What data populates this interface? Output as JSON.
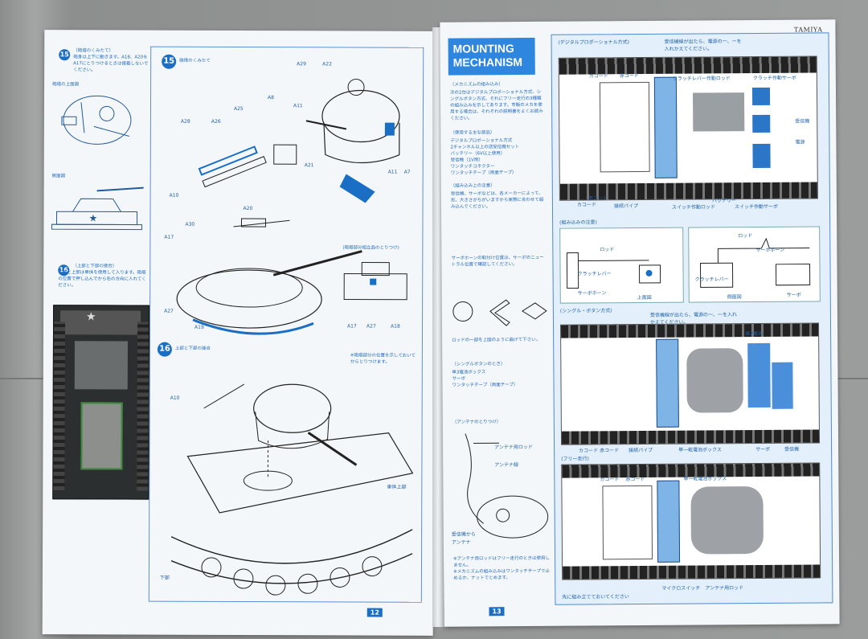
{
  "left_page": {
    "step15_small_circle": "15",
    "step15_small_text": "（砲塔のくみたて）\n砲身は上下に動きます。A18、A20をA17にとりつけるときは接着しないでください。",
    "top_view_label": "砲塔の上面図",
    "side_view_label": "側面図",
    "step16_small_circle": "16",
    "step16_small_text": "（上部と下部の接合）\n下部と上部は単体を使用して入ります。砲塔の位置で押し込んでから右の方向に入れてください。",
    "step15_big_circle": "15",
    "step15_big_title": "砲塔のくみたて",
    "step16_big_circle": "16",
    "step16_big_title": "上部と下部の接合",
    "part_labels": [
      "A29",
      "A22",
      "A25",
      "A26",
      "A8",
      "A11",
      "A28",
      "A21",
      "A11",
      "A7",
      "A10",
      "A20",
      "A30",
      "A17",
      "A27",
      "A19"
    ],
    "subassy_label": "(砲塔部分組立品のとりつけ)",
    "subassy_parts": [
      "A17",
      "A27",
      "A18"
    ],
    "hull_note": "※砲塔部分の位置を示しておいてからとりつけます。",
    "page_number": "12",
    "lower_labels": [
      "A10",
      "下部",
      "車体上部"
    ]
  },
  "right_page": {
    "brand": "TAMIYA",
    "title_line1": "MOUNTING",
    "title_line2": "MECHANISM",
    "intro_heading": "（メカニズムの組み込み）",
    "intro_text": "次の2台はデジタルプロポーショナル方式、シングルボタン方式、それにフリー走行の3種類の組み込みを示してあります。市販のメカを使用する場合は、それぞれの説明書をよくお読みください。",
    "section1_heading": "（使用する主な部品）",
    "section1_items": [
      "デジタルプロポーショナル方式",
      "2チャンネル以上の送受信機セット",
      "バッテリー（6V以上使用）",
      "受信機（1V用）",
      "ワンタッチコネクター",
      "ワンタッチテープ（両面テープ）"
    ],
    "section2_heading": "（組み込み上の注意）",
    "section2_text": "受信機、サーボなどは、各メーカーによって、形、大きさがちがいますから実際に合わせて組み込んでください。",
    "section3_text": "サーボホーンの取付け位置は、サーボのニュートラル位置で確認してください。",
    "rod_note": "ロッドの一部を上図のように曲げて下さい。",
    "section4_heading": "（シングルボタンのとき）",
    "section4_items": [
      "単3電池ボックス",
      "サーボ",
      "ワンタッチテープ（両面テープ）"
    ],
    "antenna_heading": "（アンテナのとりつけ）",
    "antenna_labels": [
      "アンテナ用ロッド",
      "アンテナ線",
      "受信機から",
      "アンテナ"
    ],
    "bottom_notes": "※アンテナ用ロッドはフリー走行のときは使用しません。\n※メカニズムの組み込みはワンタッチテープで止めるか、ナットでとめます。",
    "page_number": "13",
    "diagram_titles": [
      "(デジタルプロポーショナル方式)",
      "(組み込みの注意)",
      "(シングル・ボタン方式)",
      "(フリー走行)"
    ],
    "diagram_notes": [
      "受信機線が出たら、電源の一、ーを入れかえてください。",
      "受信機線が出たら、電源の一、ーを入れかえてください。"
    ],
    "digital_labels": [
      "カコード",
      "赤コード",
      "クラッチレバー作動ロッド",
      "クラッチ作動サーボ",
      "受信機",
      "電源",
      "カコード",
      "赤コード",
      "接続パイプ",
      "スイッチ作動ロッド",
      "スイッチ作動サーボ",
      "バッテリー"
    ],
    "caution_labels": [
      "ロッド",
      "クラッチレバー",
      "サーボホーン",
      "上面図",
      "ロッド",
      "サーボ",
      "クラッチレバー",
      "側面図",
      "サーボホーン"
    ],
    "single_labels": [
      "単2電池",
      "カコード",
      "赤コード",
      "接続パイプ",
      "単一乾電池ボックス",
      "サーボ",
      "受信機"
    ],
    "free_labels": [
      "カコード",
      "赤コード",
      "単一乾電池ボックス",
      "マイクロスイッチ",
      "アンテナ用ロッド"
    ],
    "footer_note": "先に組み立てておいてください"
  },
  "colors": {
    "accent": "#1a6fc4",
    "blue_fill": "#7fb5e6",
    "title_bg": "#2e86de"
  }
}
